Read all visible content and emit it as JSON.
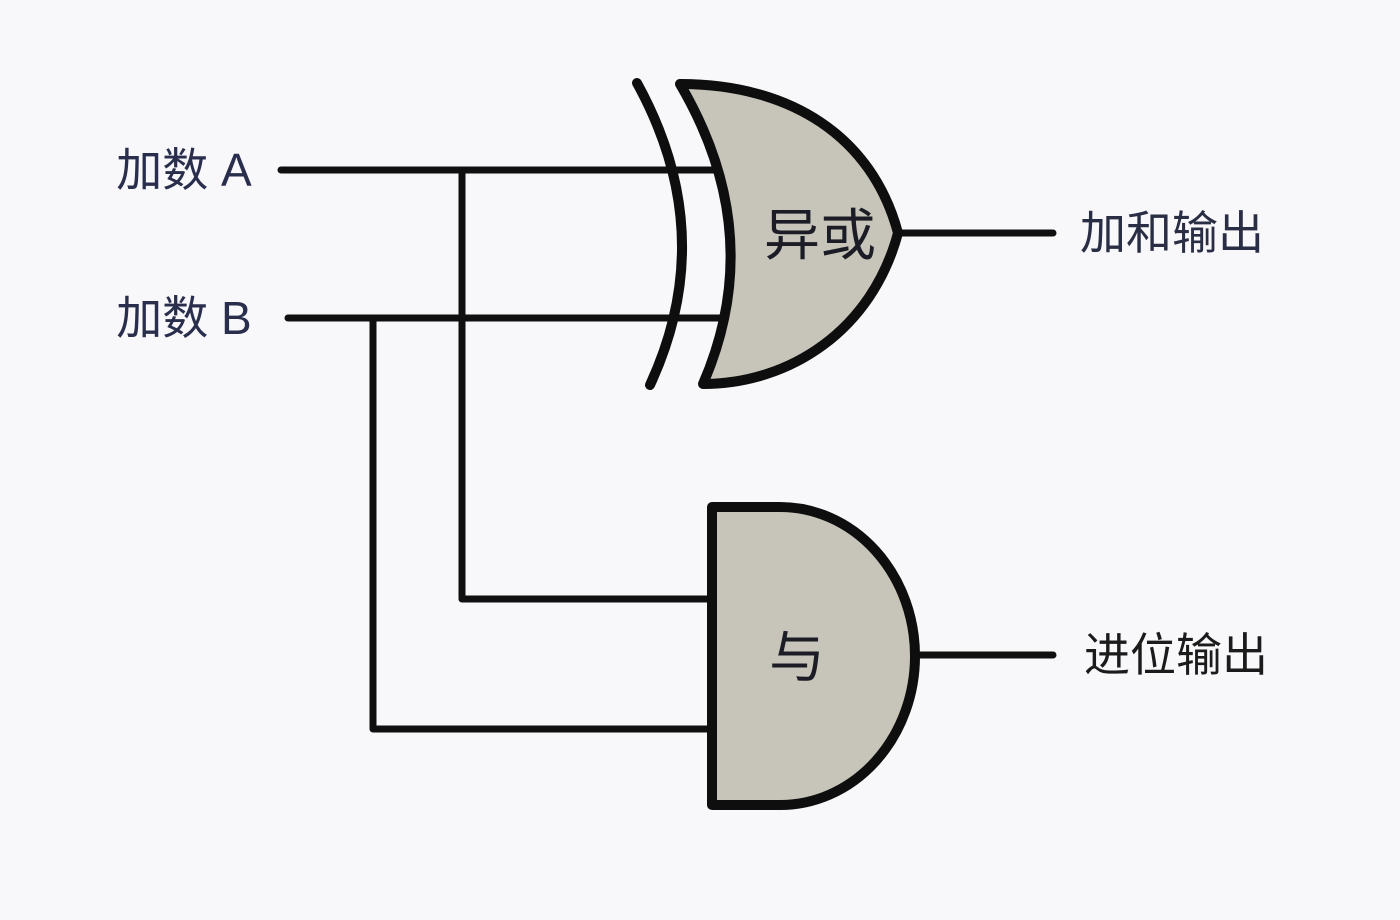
{
  "inputs": [
    {
      "label": "加数 A"
    },
    {
      "label": "加数 B"
    }
  ],
  "gates": [
    {
      "name": "xor",
      "label": "异或"
    },
    {
      "name": "and",
      "label": "与"
    }
  ],
  "outputs": [
    {
      "label": "加和输出"
    },
    {
      "label": "进位输出"
    }
  ],
  "colors": {
    "background": "#f8f7fa",
    "wire": "#101010",
    "gate_outline": "#0e0e0e",
    "gate_fill": "#c7c4ba",
    "input_label": "#2a2e4d",
    "gate_label": "#1c1c26",
    "sum_label": "#2a2e45",
    "carry_label": "#1b1b1b"
  }
}
